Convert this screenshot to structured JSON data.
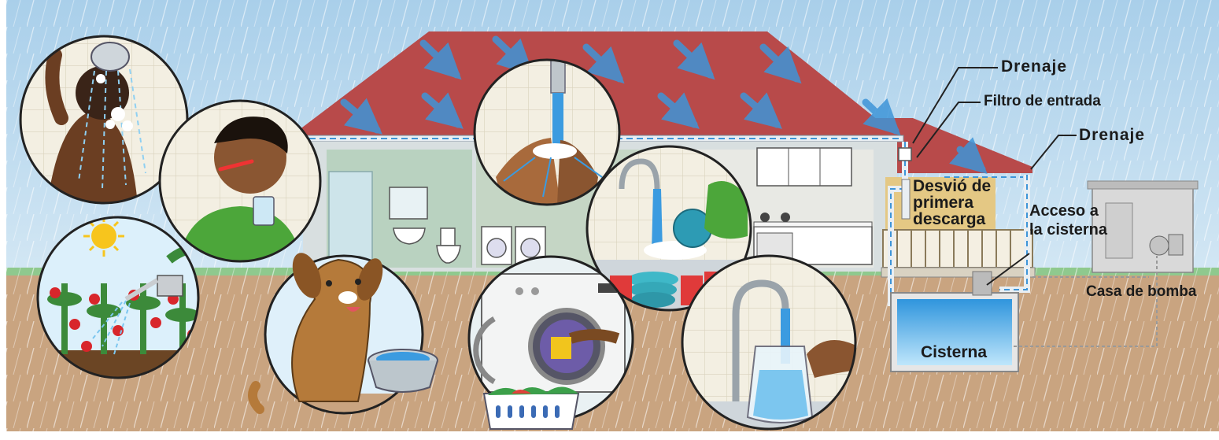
{
  "labels": {
    "drenaje_top": "Drenaje",
    "filtro": "Filtro de entrada",
    "drenaje_right": "Drenaje",
    "desvio": "Desvió de primera descarga",
    "acceso": "Acceso a la cisterna",
    "casa_bomba": "Casa de bomba",
    "cisterna": "Cisterna"
  },
  "colors": {
    "sky": "#b9d8ee",
    "rain": "#3e95d8",
    "roof": "#b84a4a",
    "wall": "#b9d2c0",
    "ground": "#c9a480",
    "water": "#4fb2e8",
    "circle_border": "#222222"
  },
  "icons": [
    "rain-arrow-icon",
    "sun-icon",
    "shower-head-icon",
    "faucet-icon",
    "toothbrush-icon",
    "watering-can-icon",
    "dog-bowl-icon",
    "washing-machine-icon",
    "laundry-basket-icon",
    "pitcher-icon",
    "dish-stack-icon",
    "toilet-icon",
    "sink-icon"
  ]
}
